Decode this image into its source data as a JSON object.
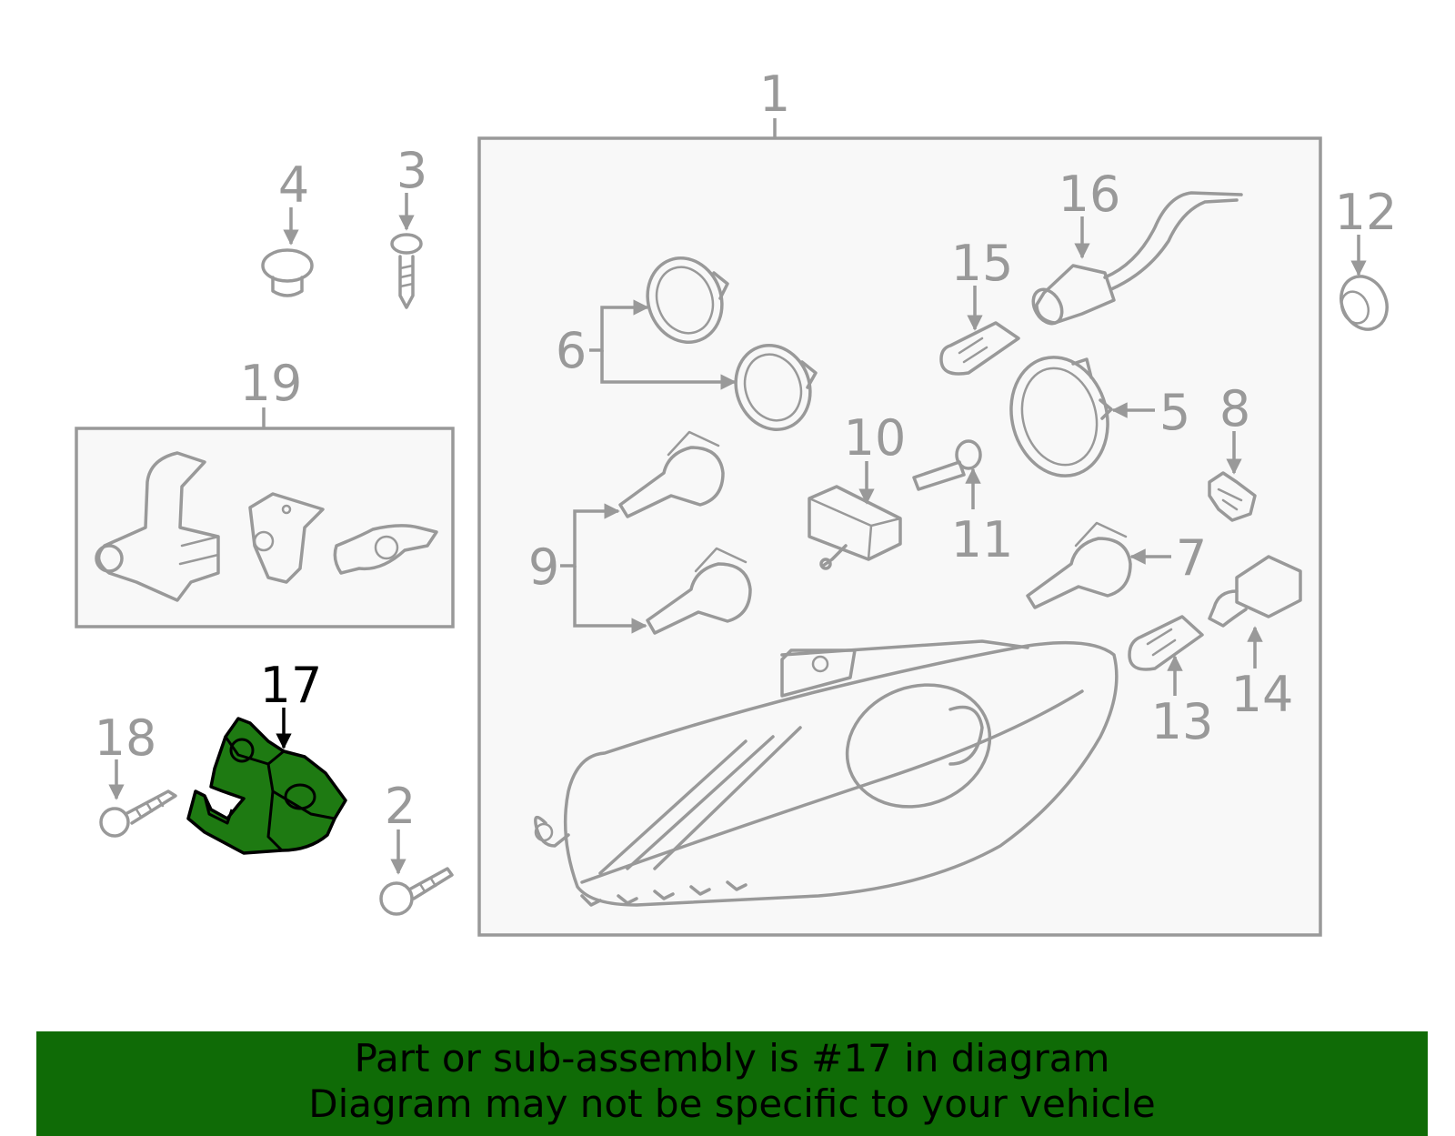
{
  "diagram": {
    "callouts": {
      "c1": "1",
      "c2": "2",
      "c3": "3",
      "c4": "4",
      "c5": "5",
      "c6": "6",
      "c7": "7",
      "c8": "8",
      "c9": "9",
      "c10": "10",
      "c11": "11",
      "c12": "12",
      "c13": "13",
      "c14": "14",
      "c15": "15",
      "c16": "16",
      "c17": "17",
      "c18": "18",
      "c19": "19"
    },
    "highlighted_part": "17",
    "colors": {
      "line": "#999999",
      "highlight_fill": "#1e7a12",
      "banner": "#0f6b06"
    }
  },
  "banner": {
    "line1": "Part or sub-assembly is #17 in diagram",
    "line2": "Diagram may not be specific to your vehicle"
  }
}
